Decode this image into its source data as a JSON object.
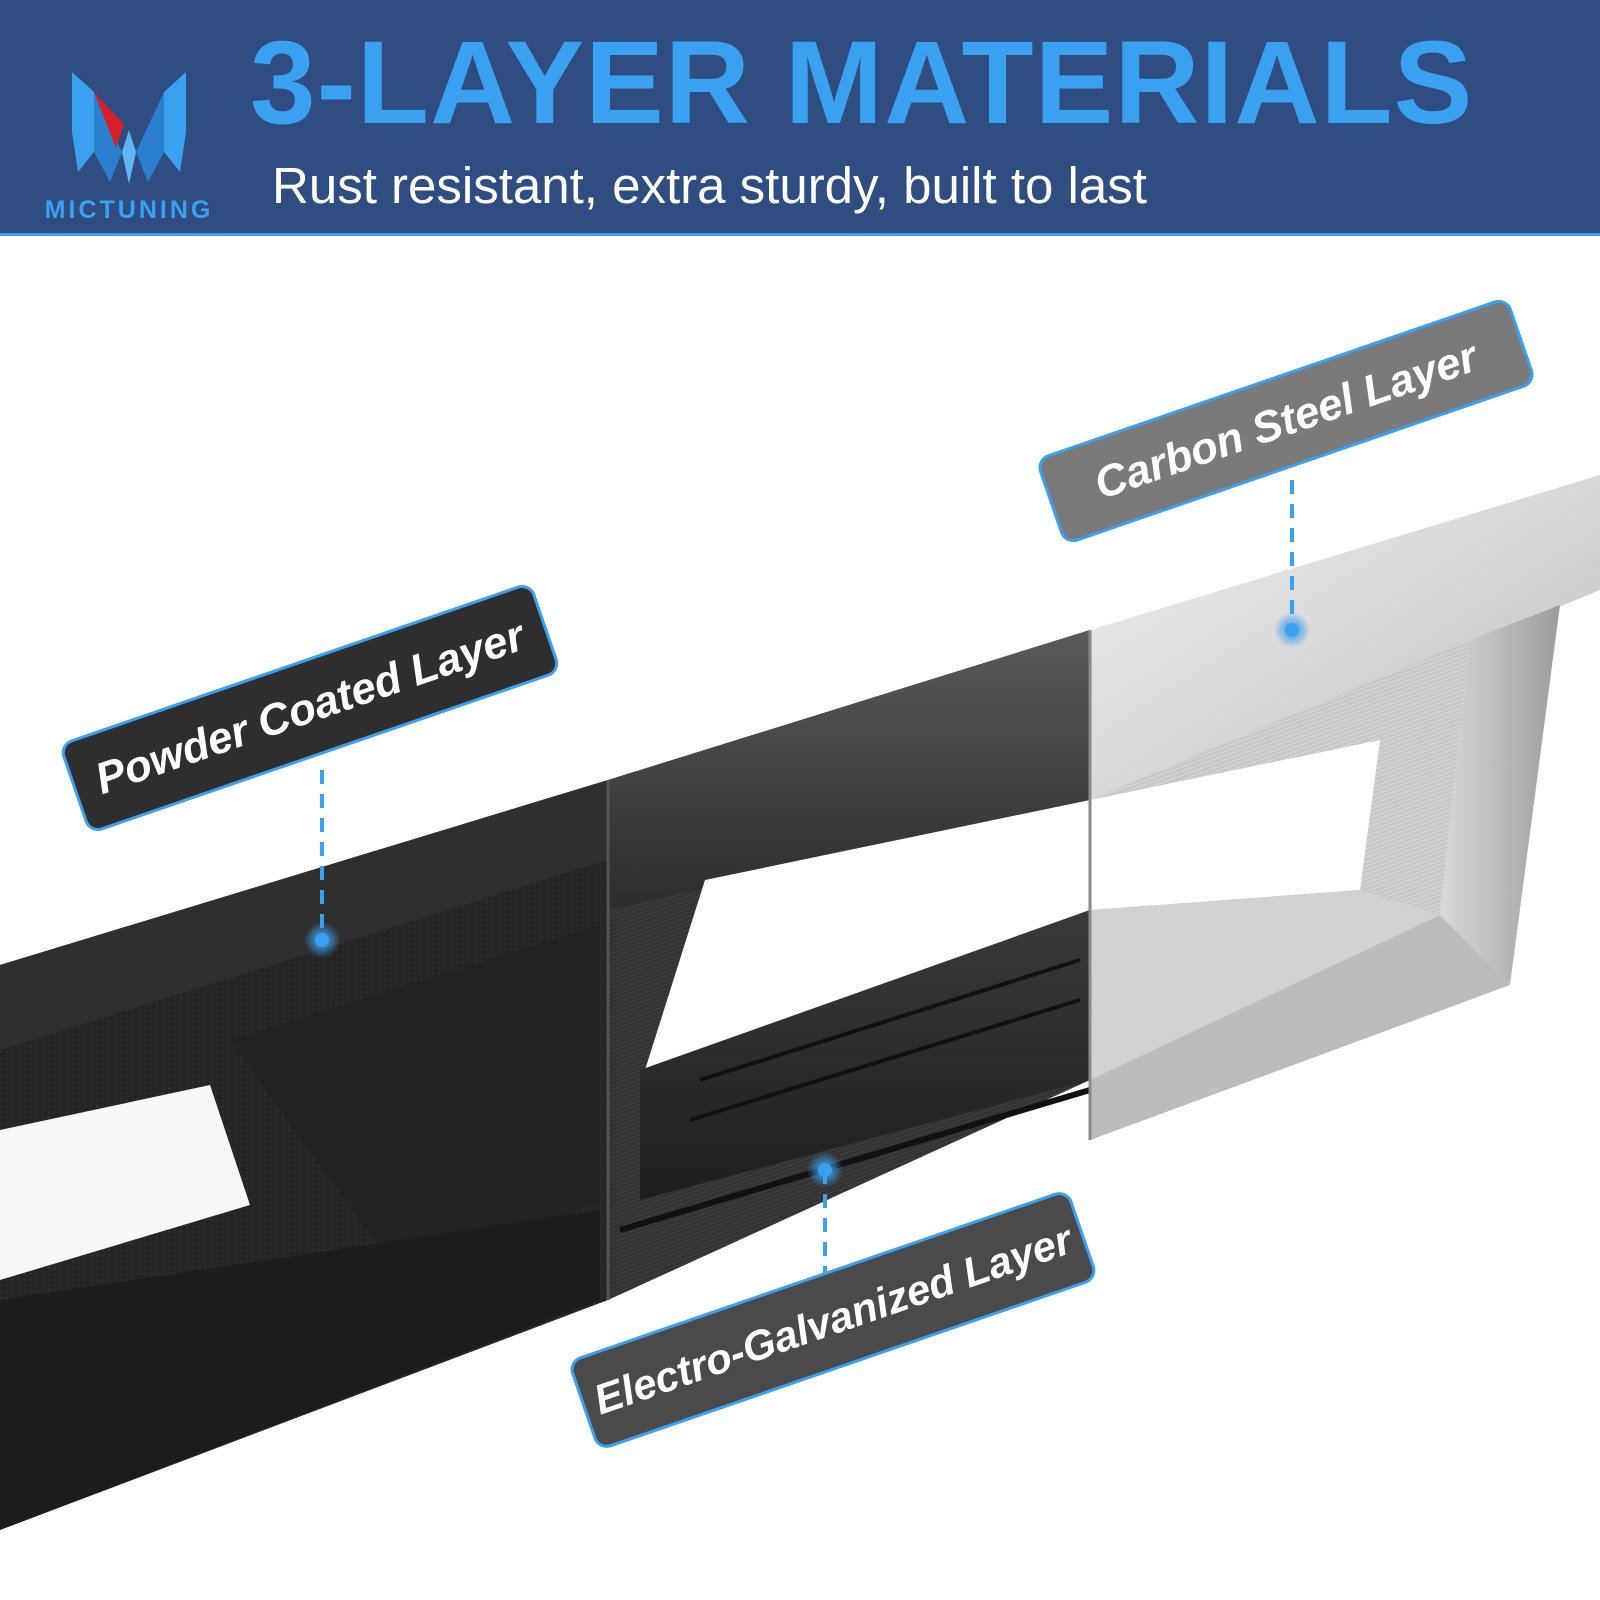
{
  "header": {
    "brand": "MICTUNING",
    "title": "3-LAYER MATERIALS",
    "subtitle": "Rust resistant, extra sturdy, built to last"
  },
  "layers": [
    {
      "label": "Powder Coated Layer",
      "color": "#2e2e2e"
    },
    {
      "label": "Electro-Galvanized  Layer",
      "color": "#4a4a4a"
    },
    {
      "label": "Carbon Steel Layer",
      "color": "#7a7a7a"
    }
  ],
  "icons": [
    "logo-icon"
  ],
  "colors": {
    "header_bg": "#2f4d80",
    "accent": "#3aa0f0",
    "logo_red": "#d4202a"
  }
}
